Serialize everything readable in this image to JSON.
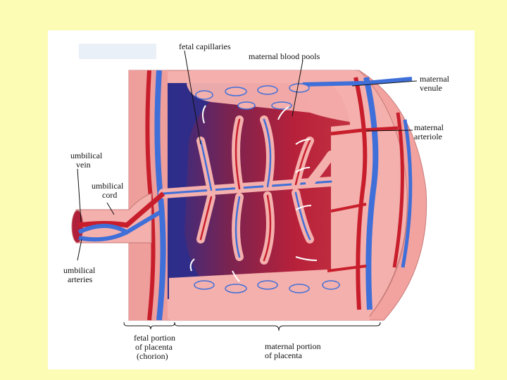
{
  "diagram": {
    "labels": {
      "fetal_capillaries": "fetal capillaries",
      "maternal_blood_pools": "maternal blood pools",
      "maternal_venule_1": "maternal",
      "maternal_venule_2": "venule",
      "maternal_arteriole_1": "maternal",
      "maternal_arteriole_2": "arteriole",
      "umbilical_vein_1": "umbilical",
      "umbilical_vein_2": "vein",
      "umbilical_cord_1": "umbilical",
      "umbilical_cord_2": "cord",
      "umbilical_arteries_1": "umbilical",
      "umbilical_arteries_2": "arteries",
      "fetal_portion_1": "fetal portion",
      "fetal_portion_2": "of placenta",
      "fetal_portion_3": "(chorion)",
      "maternal_portion_1": "maternal portion",
      "maternal_portion_2": "of placenta"
    },
    "colors": {
      "slide_background": "#fcfcb4",
      "panel_background": "#ffffff",
      "maternal_blood": "#b0203a",
      "deoxygenated_blood": "#2a2f8e",
      "tissue_pink": "#f3a9a6",
      "vessel_blue": "#3f6fd8",
      "vessel_red": "#c81e2c"
    }
  }
}
